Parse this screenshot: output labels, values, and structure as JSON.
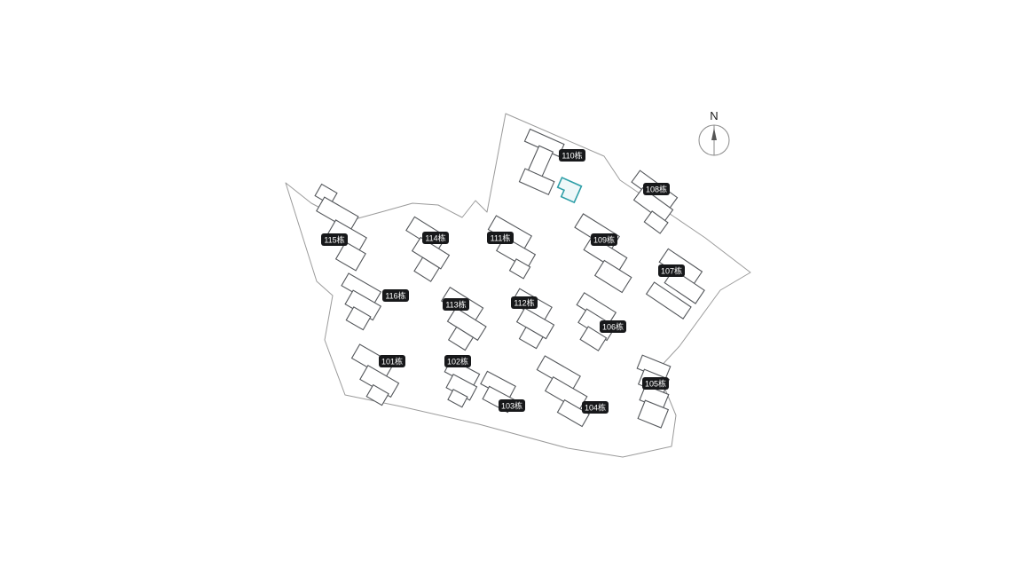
{
  "site_map": {
    "compass_label": "N",
    "colors": {
      "highlight": "#2f9fa8",
      "label_background": "#17181a",
      "label_text": "#ffffff",
      "building_outline": "#54575b",
      "boundary_line": "#9b9b9b"
    },
    "buildings": [
      {
        "id": "101",
        "label": "101栋"
      },
      {
        "id": "102",
        "label": "102栋"
      },
      {
        "id": "103",
        "label": "103栋"
      },
      {
        "id": "104",
        "label": "104栋"
      },
      {
        "id": "105",
        "label": "105栋"
      },
      {
        "id": "106",
        "label": "106栋"
      },
      {
        "id": "107",
        "label": "107栋"
      },
      {
        "id": "108",
        "label": "108栋"
      },
      {
        "id": "109",
        "label": "109栋"
      },
      {
        "id": "110",
        "label": "110栋"
      },
      {
        "id": "111",
        "label": "111栋"
      },
      {
        "id": "112",
        "label": "112栋"
      },
      {
        "id": "113",
        "label": "113栋"
      },
      {
        "id": "114",
        "label": "114栋"
      },
      {
        "id": "115",
        "label": "115栋"
      },
      {
        "id": "116",
        "label": "116栋"
      }
    ]
  }
}
